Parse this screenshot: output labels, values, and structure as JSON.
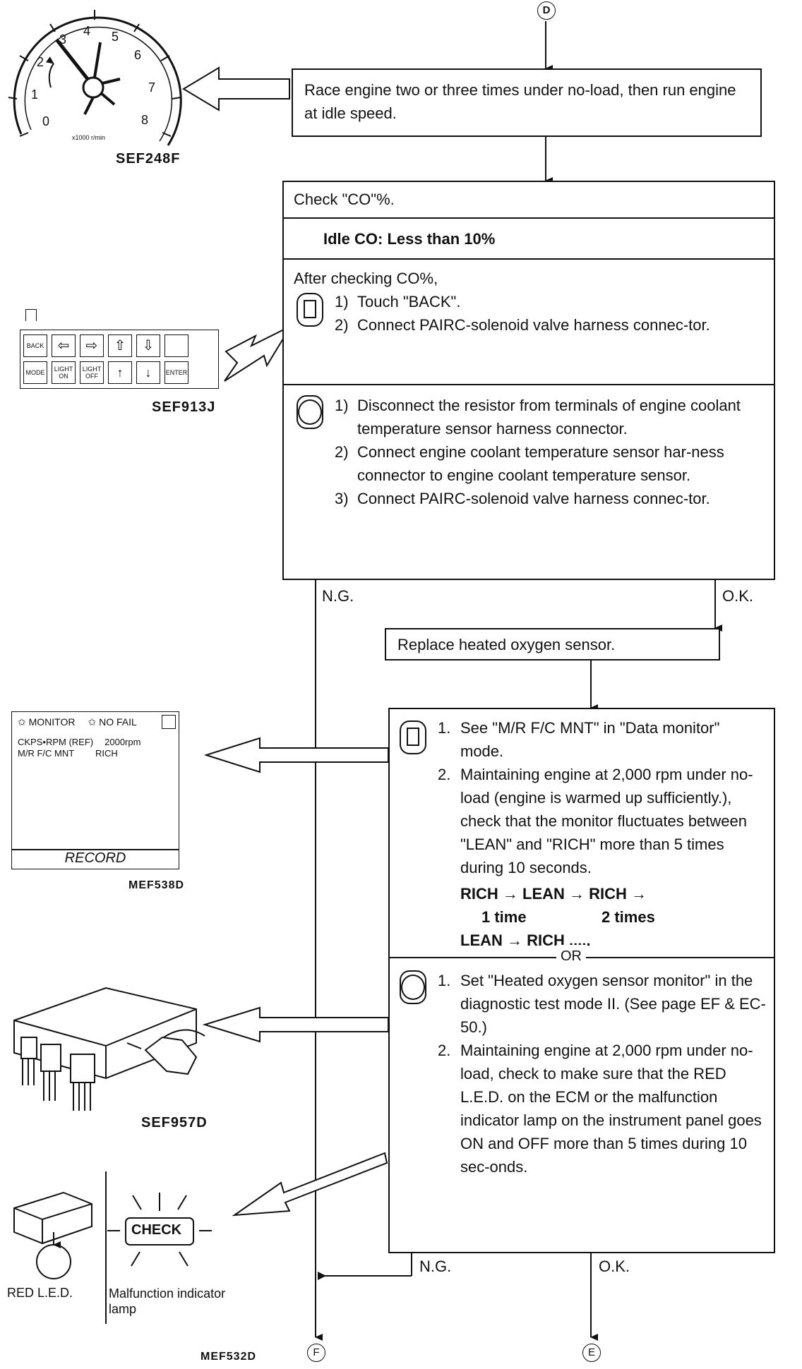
{
  "connectors": {
    "d": "D",
    "f": "F",
    "e": "E"
  },
  "figure_labels": {
    "tach": "SEF248F",
    "tach_unit": "x1000 r/min",
    "tach_numbers": [
      "0",
      "1",
      "2",
      "3",
      "4",
      "5",
      "6",
      "7",
      "8"
    ],
    "keypad": "SEF913J",
    "monitor": "MEF538D",
    "ecm_tool": "SEF957D",
    "led": "MEF532D"
  },
  "keypad_keys": [
    "BACK",
    "⇦",
    "⇨",
    "⇧",
    "⇩",
    "",
    "MODE",
    "LIGHT ON",
    "LIGHT OFF",
    "↑",
    "↓",
    "ENTER"
  ],
  "monitor_screen": {
    "header_left": "✩ MONITOR",
    "header_right": "✩ NO FAIL",
    "rows": [
      {
        "name": "CKPS•RPM (REF)",
        "value": "2000rpm"
      },
      {
        "name": "M/R F/C MNT",
        "value": "RICH"
      }
    ],
    "record": "RECORD"
  },
  "led_figure": {
    "check": "CHECK",
    "red_led": "RED L.E.D.",
    "mil": "Malfunction indicator lamp"
  },
  "step1": "Race engine two or three times under no-load, then run engine at idle speed.",
  "check_box": {
    "title": "Check \"CO\"%.",
    "spec": "Idle CO: Less than 10%",
    "after": "After checking CO%,",
    "consult_steps": [
      {
        "n": "1)",
        "t": "Touch \"BACK\"."
      },
      {
        "n": "2)",
        "t": "Connect PAIRC-solenoid valve harness connec-tor."
      }
    ],
    "nonconsult_steps": [
      {
        "n": "1)",
        "t": "Disconnect the resistor from terminals of engine coolant temperature sensor harness connector."
      },
      {
        "n": "2)",
        "t": "Connect engine coolant temperature sensor har-ness connector to engine coolant temperature sensor."
      },
      {
        "n": "3)",
        "t": "Connect PAIRC-solenoid valve harness connec-tor."
      }
    ]
  },
  "branches": {
    "ng": "N.G.",
    "ok": "O.K."
  },
  "replace": "Replace heated oxygen sensor.",
  "monitor_box": {
    "consult_steps": [
      {
        "n": "1.",
        "t": "See \"M/R F/C MNT\" in \"Data monitor\" mode."
      },
      {
        "n": "2.",
        "t": "Maintaining engine at 2,000 rpm under no-load (engine is warmed up sufficiently.), check that the monitor fluctuates between \"LEAN\" and \"RICH\" more than 5 times during 10 seconds."
      }
    ],
    "seq1": "RICH → LEAN → RICH →",
    "seq_sub1": "1 time",
    "seq_sub2": "2 times",
    "seq2": "LEAN → RICH .....",
    "or": "OR",
    "nonconsult_steps": [
      {
        "n": "1.",
        "t": "Set \"Heated oxygen sensor monitor\" in the diagnostic test mode II. (See page EF & EC-50.)"
      },
      {
        "n": "2.",
        "t": "Maintaining engine at 2,000 rpm under no-load, check to make sure that the RED L.E.D. on the ECM or the malfunction indicator lamp on the instrument panel goes ON and OFF more than 5 times during 10 sec-onds."
      }
    ]
  }
}
